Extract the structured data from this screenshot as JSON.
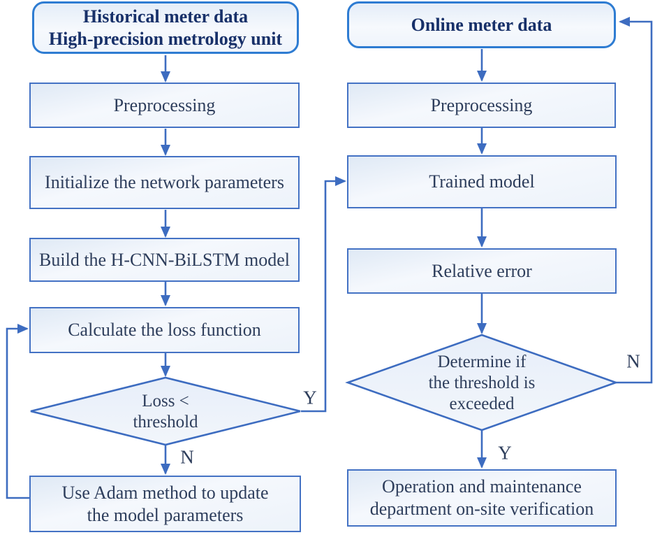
{
  "colors": {
    "connector_blue": "#3d6cc0",
    "process_border_blue": "#4472c4",
    "terminal_border_blue": "#2e7cd2",
    "node_fill_light_blue": "#edf3fa",
    "terminal_text_navy": "#173069",
    "body_text_navy": "#2e3e5c"
  },
  "left_branch": {
    "terminal": "Historical meter data\nHigh-precision metrology unit",
    "preprocessing": "Preprocessing",
    "initialize": "Initialize the network parameters",
    "build": "Build the H-CNN-BiLSTM model",
    "calculate": "Calculate the loss function",
    "decision": "Loss <\nthreshold",
    "decision_yes": "Y",
    "decision_no": "N",
    "update": "Use Adam method to update\nthe model parameters"
  },
  "right_branch": {
    "terminal": "Online meter data",
    "preprocessing": "Preprocessing",
    "trained_model": "Trained model",
    "relative_error": "Relative error",
    "decision": "Determine if\nthe threshold is\nexceeded",
    "decision_yes": "Y",
    "decision_no": "N",
    "verification": "Operation and maintenance\ndepartment on-site verification"
  }
}
